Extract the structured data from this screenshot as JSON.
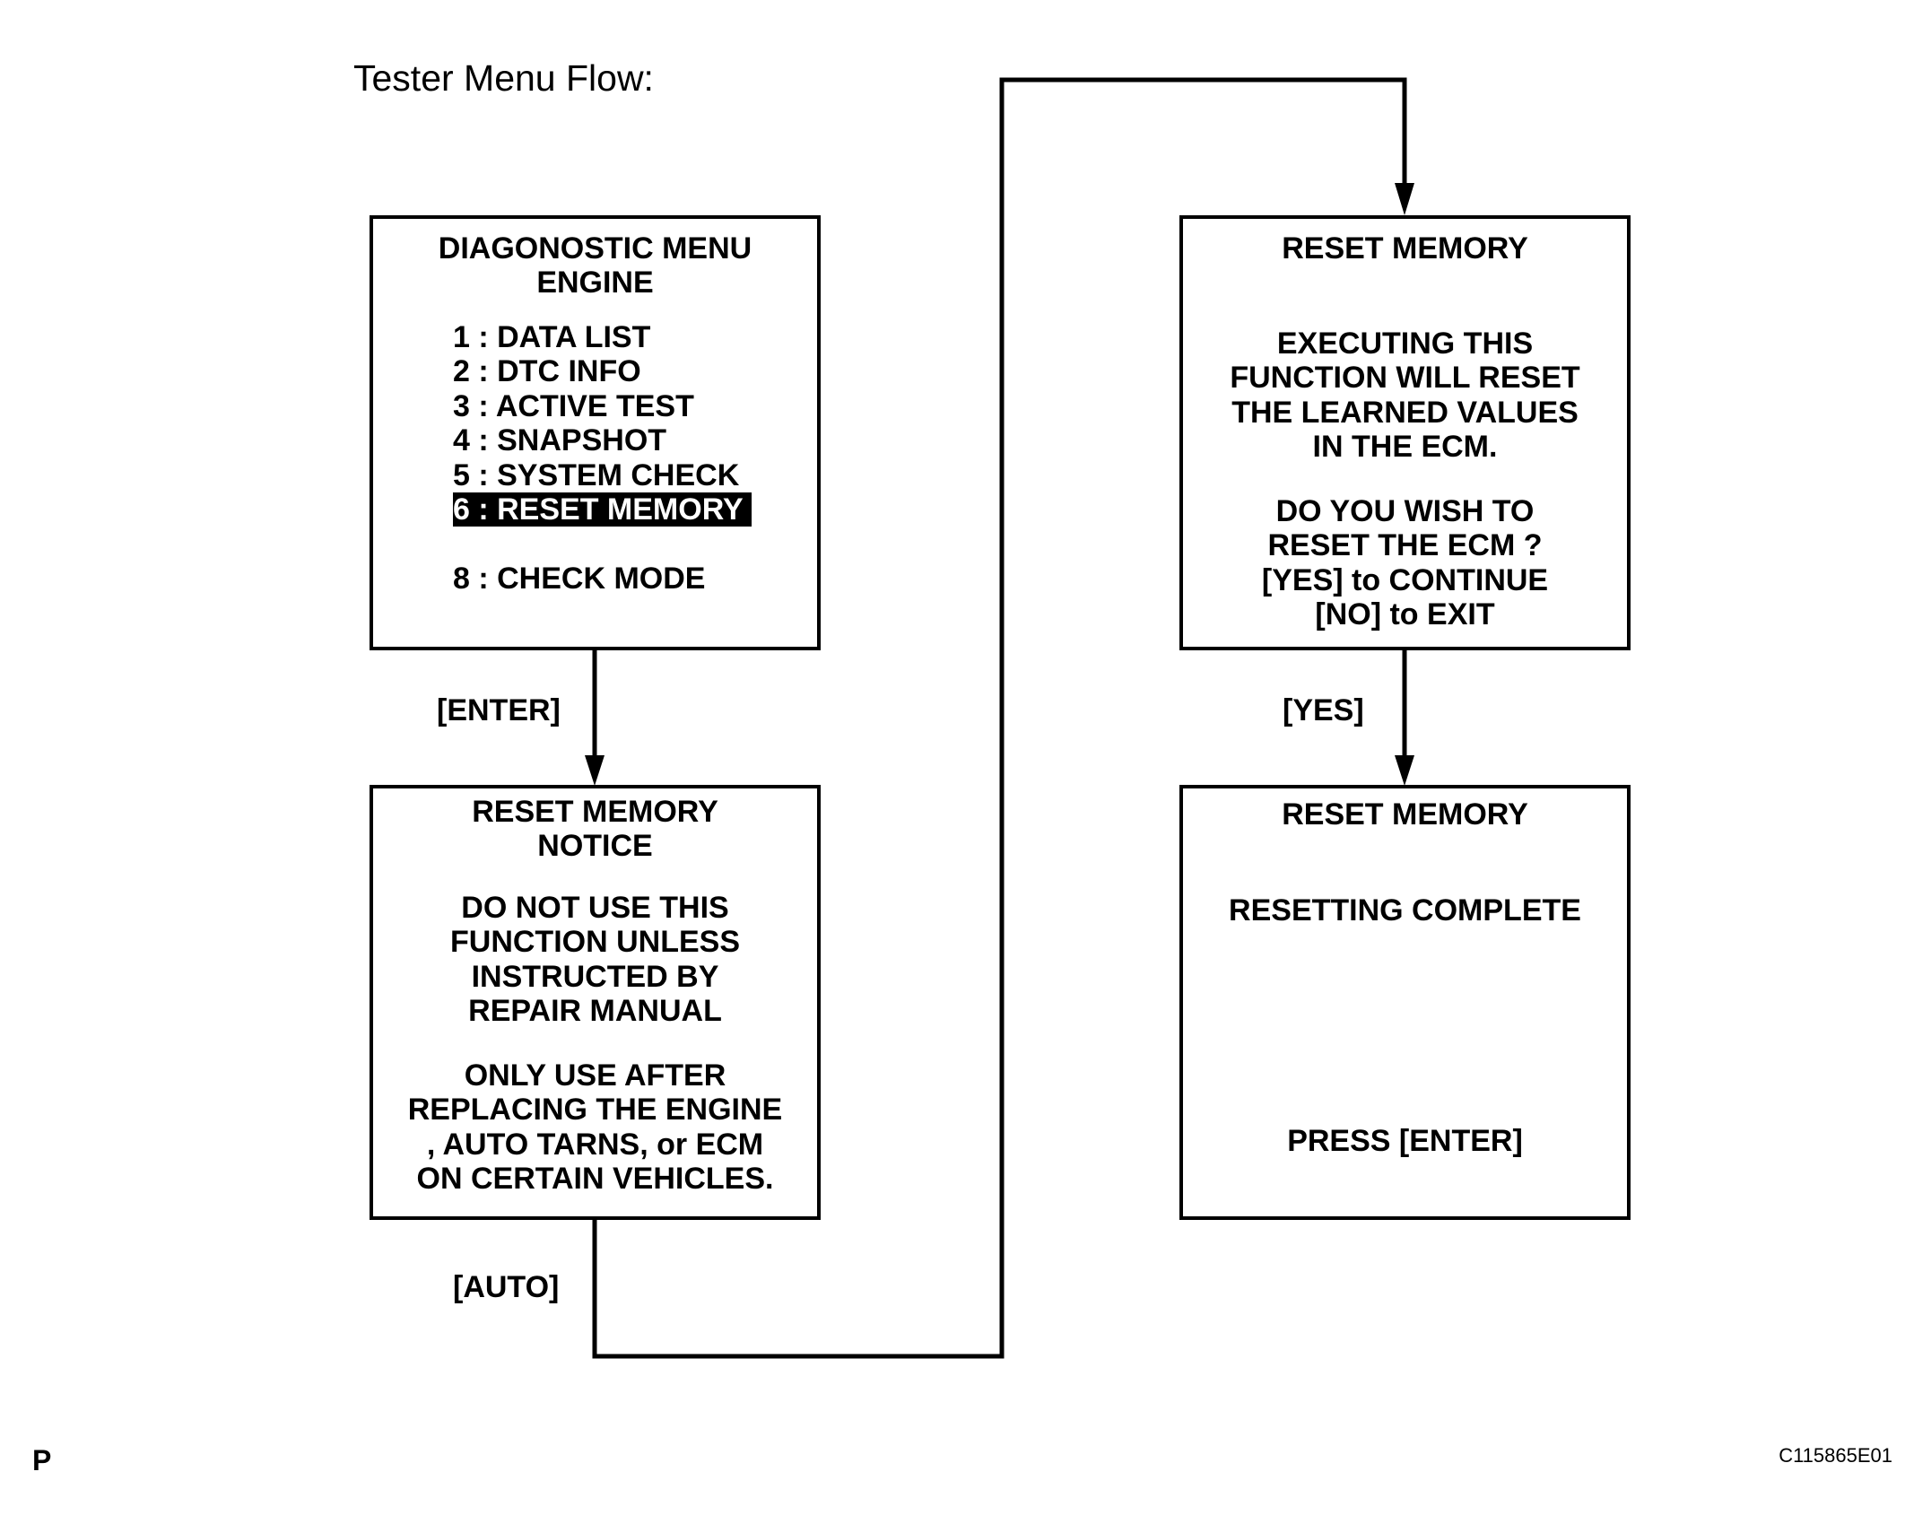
{
  "title": "Tester Menu Flow:",
  "diagnostic_menu": {
    "heading": [
      "DIAGONOSTIC MENU",
      "ENGINE"
    ],
    "items": [
      "1 : DATA LIST",
      "2 : DTC INFO",
      "3 : ACTIVE TEST",
      "4 : SNAPSHOT",
      "5 : SYSTEM CHECK",
      "6 : RESET MEMORY",
      "8 : CHECK MODE"
    ],
    "selected_item": "6 : RESET MEMORY"
  },
  "notice_screen": {
    "heading": [
      "RESET MEMORY",
      "NOTICE"
    ],
    "paragraph1": [
      "DO NOT USE THIS",
      "FUNCTION UNLESS",
      "INSTRUCTED BY",
      "REPAIR MANUAL"
    ],
    "paragraph2": [
      "ONLY USE AFTER",
      "REPLACING THE ENGINE",
      ", AUTO TARNS, or ECM",
      "ON CERTAIN VEHICLES."
    ]
  },
  "confirm_screen": {
    "heading": "RESET MEMORY",
    "paragraph1": [
      "EXECUTING THIS",
      "FUNCTION WILL RESET",
      "THE LEARNED VALUES",
      "IN THE ECM."
    ],
    "paragraph2": [
      "DO YOU WISH TO",
      "RESET THE ECM ?",
      "[YES] to CONTINUE",
      "[NO] to EXIT"
    ]
  },
  "complete_screen": {
    "heading": "RESET MEMORY",
    "status": "RESETTING COMPLETE",
    "prompt": "PRESS [ENTER]"
  },
  "transitions": {
    "enter": "[ENTER]",
    "auto": "[AUTO]",
    "yes": "[YES]"
  },
  "corner_letter": "P",
  "figure_code": "C115865E01"
}
